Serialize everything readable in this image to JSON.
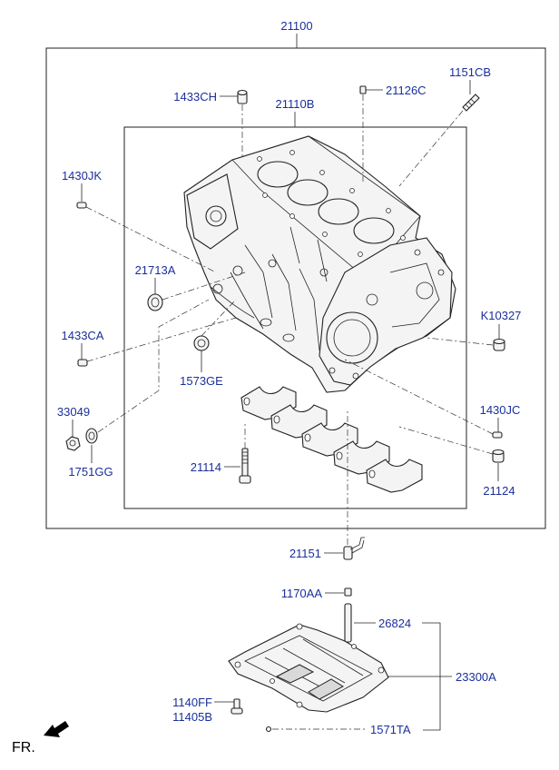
{
  "labels": {
    "main_assembly": "21100",
    "block_subassembly": "21110B",
    "dowel_top": "1433CH",
    "plug_top": "21126C",
    "stud": "1151CB",
    "pin_left": "1430JK",
    "seal_left": "21713A",
    "dowel_left": "1433CA",
    "cap_right": "K10327",
    "plug_front": "1573GE",
    "pin_right": "1430JC",
    "nut": "33049",
    "gasket": "1751GG",
    "bearing_bolt": "21114",
    "sleeve": "21124",
    "oil_jet": "21151",
    "jet_bolt": "1170AA",
    "rod": "26824",
    "ladder_frame": "23300A",
    "frame_bolt_1": "1140FF",
    "frame_bolt_2": "11405B",
    "frame_pin": "1571TA",
    "front_indicator": "FR."
  }
}
